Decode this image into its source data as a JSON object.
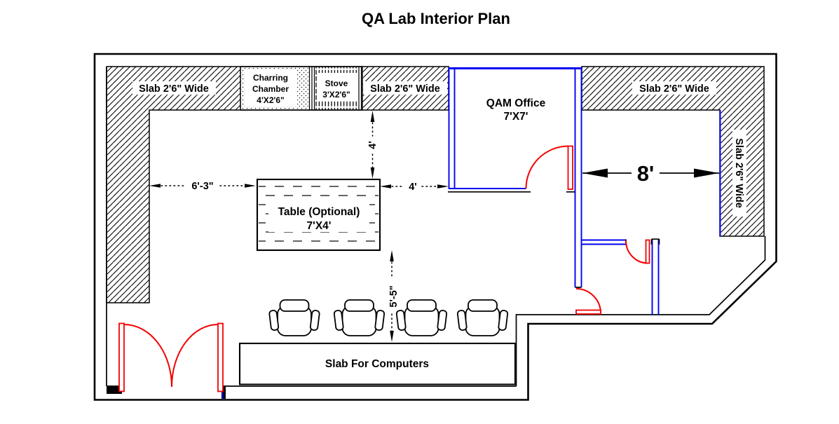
{
  "title": "QA Lab Interior Plan",
  "colors": {
    "wall": "#000000",
    "partition": "#0202f2",
    "door": "#f40000",
    "background": "#ffffff"
  },
  "slabs": {
    "top_left": "Slab 2'6\" Wide",
    "top_mid": "Slab 2'6\" Wide",
    "top_right": "Slab 2'6\" Wide",
    "right_vertical": "Slab 2'6\" Wide",
    "computers": "Slab For Computers"
  },
  "equipment": {
    "charring_chamber": {
      "line1": "Charring",
      "line2": "Chamber",
      "line3": "4'X2'6\""
    },
    "stove": {
      "line1": "Stove",
      "line2": "3'X2'6\""
    },
    "table": {
      "line1": "Table (Optional)",
      "line2": "7'X4'"
    }
  },
  "rooms": {
    "qam_office": {
      "line1": "QAM Office",
      "line2": "7'X7'"
    }
  },
  "dimensions": {
    "slab_to_table_h": "6'-3\"",
    "table_to_office": "4'",
    "slab_to_table_v": "4'",
    "table_to_computer_slab": "5'-5\"",
    "right_room_width": "8'"
  }
}
